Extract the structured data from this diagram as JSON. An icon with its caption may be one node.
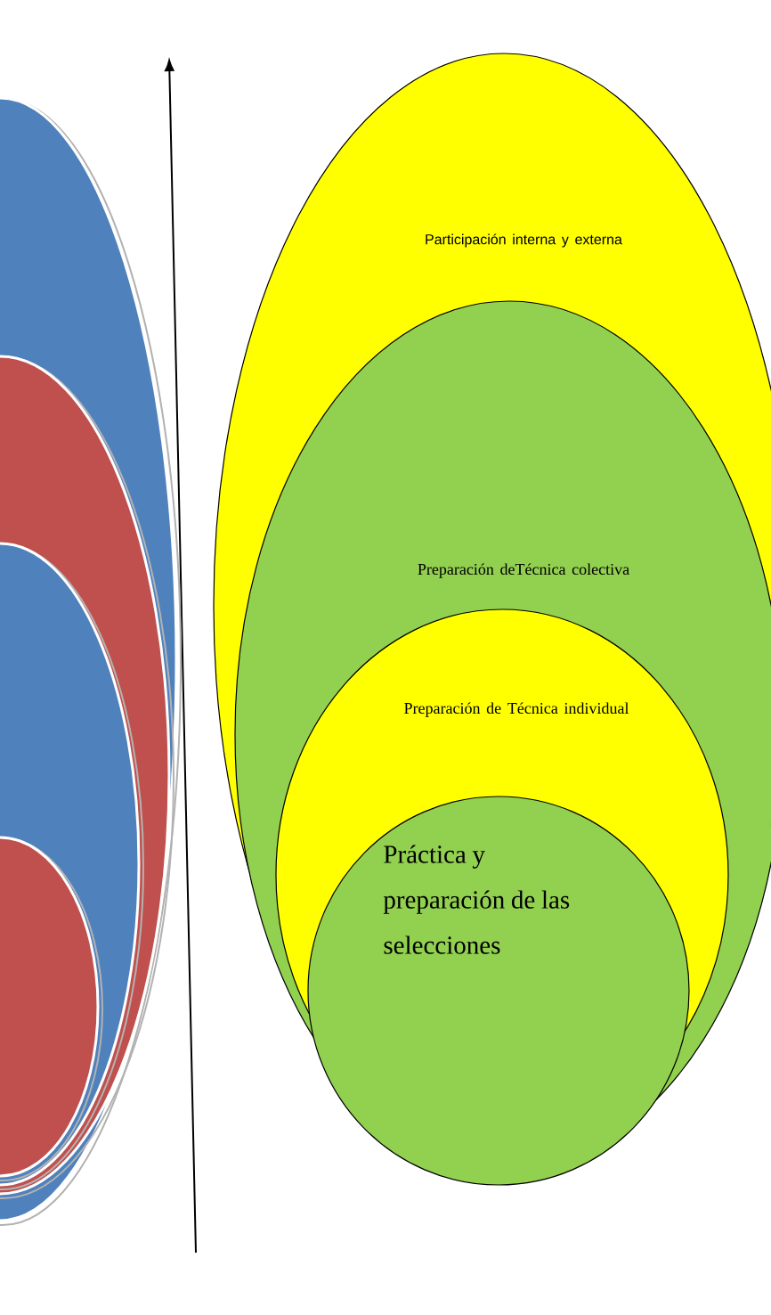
{
  "diagram": {
    "nodes": [
      {
        "text": [],
        "shape": "circle"
      },
      {
        "text": [],
        "shape": "circle",
        "in": 0
      },
      {
        "text": [],
        "shape": "circle",
        "in": 1
      },
      {
        "text": [],
        "shape": "circle",
        "in": 2
      },
      {
        "text": [
          "Participación interna y externa"
        ]
      },
      {
        "text": [
          "Preparación deTécnica colectiva"
        ],
        "in": 4
      },
      {
        "text": [
          "Preparación de Técnica individual"
        ],
        "in": 5
      },
      {
        "text": [
          "Práctica y preparación de las selecciones"
        ],
        "in": 6
      }
    ]
  }
}
